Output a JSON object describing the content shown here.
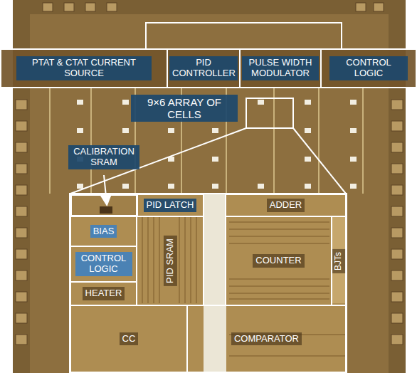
{
  "diagram": {
    "nodes": [
      {
        "text": [
          "PTAT & CTAT CURRENT SOURCE"
        ]
      },
      {
        "text": [
          "PID CONTROLLER"
        ]
      },
      {
        "text": [
          "PULSE WIDTH MODULATOR"
        ]
      },
      {
        "text": [
          "CONTROL LOGIC"
        ]
      },
      {
        "text": [
          "9×6 ARRAY OF CELLS"
        ]
      },
      {
        "text": [
          "CALIBRATION SRAM"
        ]
      },
      {
        "text": [
          "PID LATCH"
        ]
      },
      {
        "text": [
          "ADDER"
        ]
      },
      {
        "text": [
          "BIAS"
        ]
      },
      {
        "text": [
          "CONTROL LOGIC"
        ]
      },
      {
        "text": [
          "HEATER"
        ]
      },
      {
        "text": [
          "PID SRAM"
        ]
      },
      {
        "text": [
          "COUNTER"
        ]
      },
      {
        "text": [
          "BJTs"
        ]
      },
      {
        "text": [
          "CC"
        ]
      },
      {
        "text": [
          "COMPARATOR"
        ]
      }
    ]
  }
}
